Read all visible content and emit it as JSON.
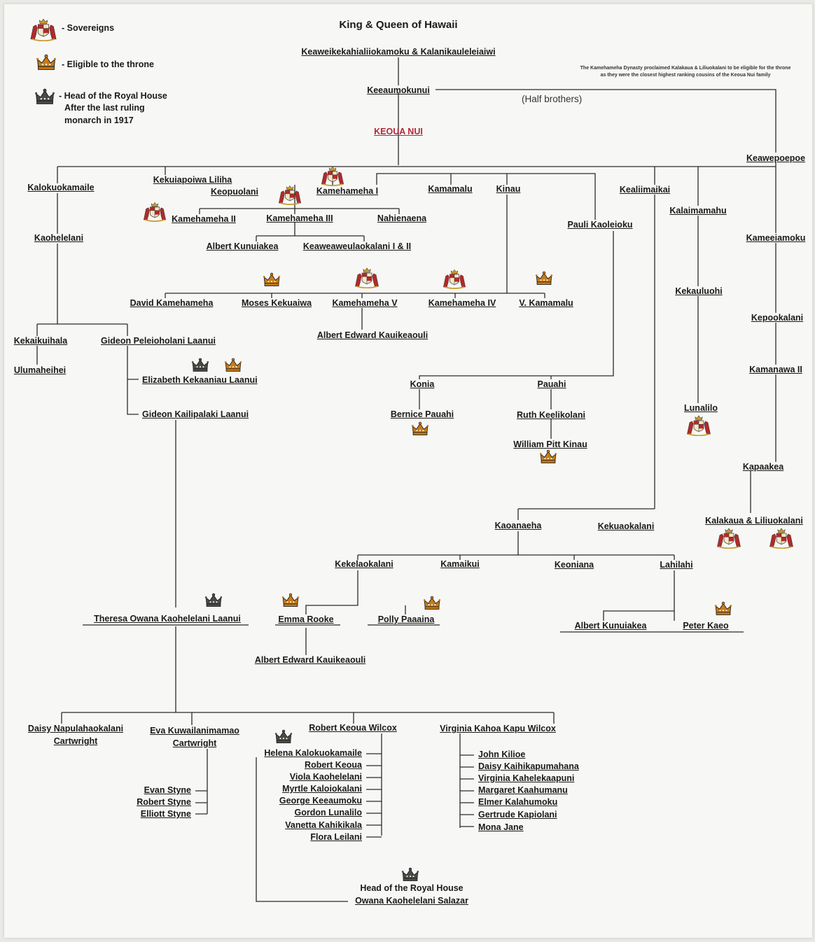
{
  "title": "King & Queen of Hawaii",
  "legend": {
    "sovereigns": "- Sovereigns",
    "eligible": "- Eligible to the throne",
    "head_lines": [
      "- Head of the Royal House",
      "After the last ruling",
      "monarch in 1917"
    ]
  },
  "note": "The Kamehameha Dynasty proclaimed Kalakaua & Liliuokalani to be eligible for the throne as they were the closest highest ranking cousins of the Keoua Nui family",
  "half_brothers": "(Half brothers)",
  "icon_names": {
    "sovereign": "royal-coat-of-arms-icon",
    "eligible": "gold-crown-icon",
    "head": "dark-crown-icon"
  },
  "colors": {
    "keoua": "#b2283c",
    "sovereign": "#b22a2a",
    "eligible_crown": "#c97b17",
    "head_crown": "#4a4a4a",
    "lines": "#2b2b2b"
  },
  "people": {
    "root": "Keaweikekahialiiokamoku & Kalanikauleleiaiwi",
    "keeaumokunui": "Keeaumokunui",
    "keoua": "KEOUA NUI",
    "keawepoepoe": "Keawepoepoe",
    "kalokuokamaile": "Kalokuokamaile",
    "kekuiapoiwa": "Kekuiapoiwa Liliha",
    "keopuolani": "Keopuolani",
    "kamehameha1": "Kamehameha I",
    "kamamalu": "Kamamalu",
    "kinau": "Kinau",
    "kealiimaikai": "Kealiimaikai",
    "kamehameha2": "Kamehameha II",
    "kamehameha3": "Kamehameha III",
    "nahienaena": "Nahienaena",
    "pauli": "Pauli Kaoleioku",
    "kalaimamahu": "Kalaimamahu",
    "kameeiamoku": "Kameeiamoku",
    "kaohelelani": "Kaohelelani",
    "albert_kunuiakea1": "Albert Kunuiakea",
    "keaweaweula": "Keaweaweulaokalani I & II",
    "david": "David Kamehameha",
    "moses": "Moses Kekuaiwa",
    "kamehameha5": "Kamehameha V",
    "kamehameha4": "Kamehameha IV",
    "vkamamalu": "V. Kamamalu",
    "kekauluohi": "Kekauluohi",
    "kepookalani": "Kepookalani",
    "albert_edward1": "Albert Edward Kauikeaouli",
    "kekaikuihala": "Kekaikuihala",
    "gideon_pl": "Gideon Peleioholani Laanui",
    "kamanawa": "Kamanawa II",
    "ulumaheihei": "Ulumaheihei",
    "elizabeth": "Elizabeth Kekaaniau Laanui",
    "konia": "Konia",
    "pauahi": "Pauahi",
    "lunalilo": "Lunalilo",
    "gideon_kl": "Gideon Kailipalaki Laanui",
    "bernice": "Bernice Pauahi",
    "ruth": "Ruth Keelikolani",
    "william": "William Pitt Kinau",
    "kapaakea": "Kapaakea",
    "kaoanaeha": "Kaoanaeha",
    "kekuaokalani": "Kekuaokalani",
    "kalakaua": "Kalakaua & Liliuokalani",
    "kekelaokalani": "Kekelaokalani",
    "kamaikui": "Kamaikui",
    "keoniana": "Keoniana",
    "lahilahi": "Lahilahi",
    "theresa": "Theresa Owana Kaohelelani Laanui",
    "emma": "Emma Rooke",
    "polly": "Polly Paaaina",
    "albert_kunuiakea2": "Albert Kunuiakea",
    "peter": "Peter Kaeo",
    "albert_edward2": "Albert Edward Kauikeaouli",
    "daisy_n_1": "Daisy Napulahaokalani",
    "daisy_n_2": "Cartwright",
    "eva_1": "Eva Kuwailanimamao",
    "eva_2": "Cartwright",
    "robert_wilcox": "Robert Keoua Wilcox",
    "virginia_wilcox": "Virginia Kahoa Kapu Wilcox",
    "evan": "Evan Styne",
    "robert_styne": "Robert Styne",
    "elliott": "Elliott Styne",
    "helena": "Helena Kalokuokamaile",
    "robert_keoua": "Robert Keoua",
    "viola": "Viola Kaohelelani",
    "myrtle": "Myrtle Kaloiokalani",
    "george": "George Keeaumoku",
    "gordon": "Gordon Lunalilo",
    "vanetta": "Vanetta Kahikikala",
    "flora": "Flora Leilani",
    "john": "John Kilioe",
    "daisy_k": "Daisy Kaihikapumahana",
    "virginia_k": "Virginia Kahelekaapuni",
    "margaret": "Margaret Kaahumanu",
    "elmer": "Elmer Kalahumoku",
    "gertrude": "Gertrude Kapiolani",
    "mona": "Mona Jane",
    "head_label": "Head of the Royal House",
    "owana": "Owana Kaohelelani Salazar"
  }
}
